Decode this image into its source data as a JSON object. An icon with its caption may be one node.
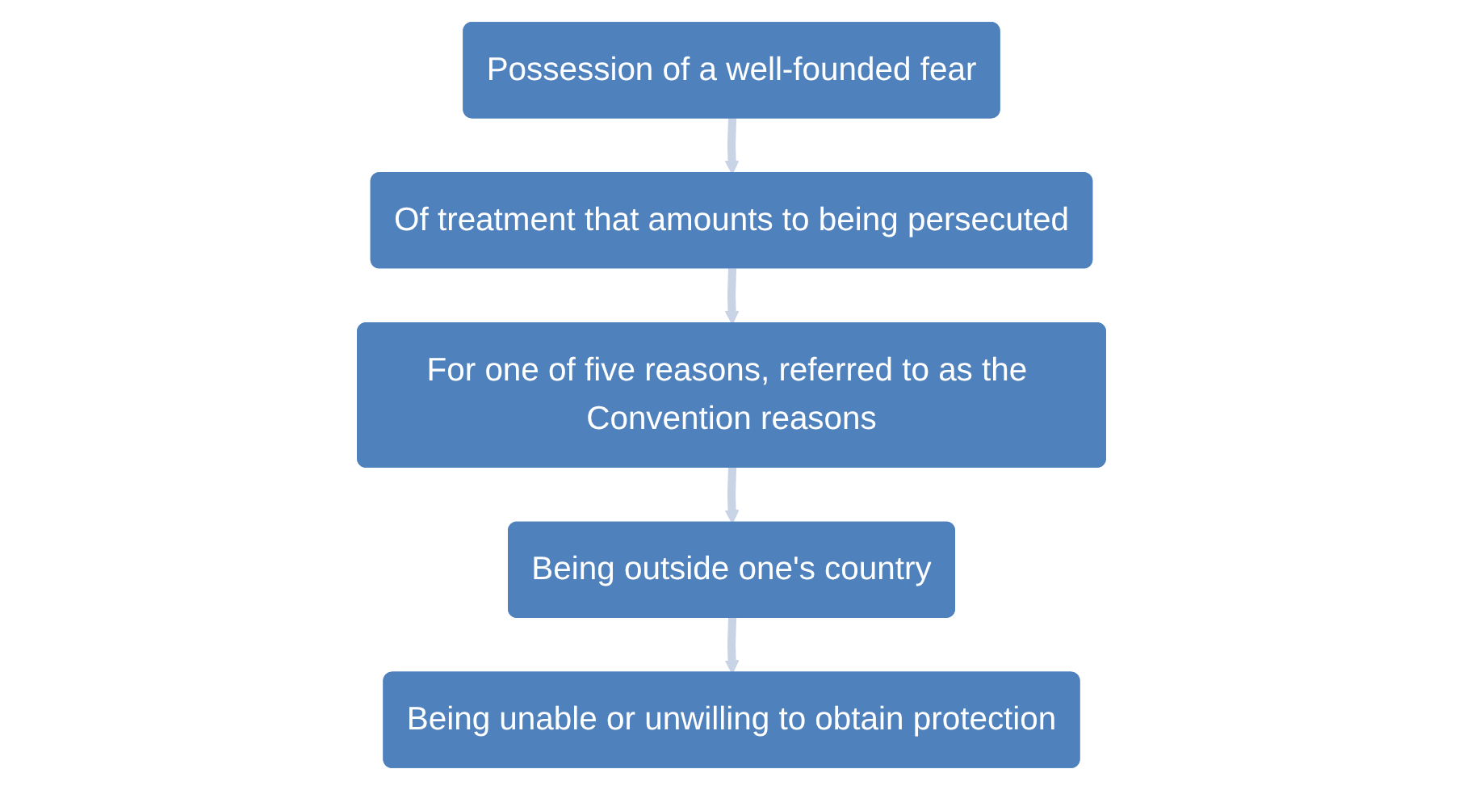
{
  "diagram": {
    "nodes": [
      {
        "text": [
          "Possession of a well-founded fear"
        ]
      },
      {
        "text": [
          "Of treatment that amounts to being persecuted"
        ]
      },
      {
        "text": [
          "For one of five reasons, referred to as the Convention reasons"
        ]
      },
      {
        "text": [
          "Being outside one's country"
        ]
      },
      {
        "text": [
          "Being unable or unwilling to obtain protection"
        ]
      }
    ],
    "edges": [
      {
        "from": 0,
        "to": 1,
        "arrow": "to"
      },
      {
        "from": 1,
        "to": 2,
        "arrow": "to"
      },
      {
        "from": 2,
        "to": 3,
        "arrow": "to"
      },
      {
        "from": 3,
        "to": 4,
        "arrow": "to"
      }
    ]
  }
}
